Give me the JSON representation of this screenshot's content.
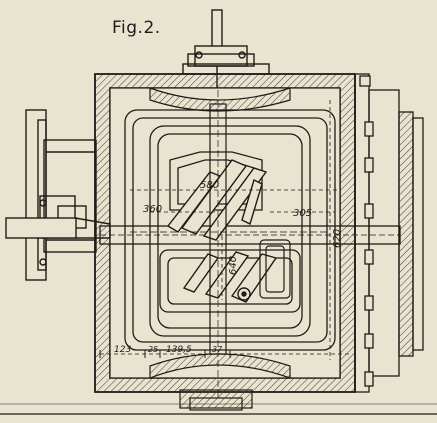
{
  "figure": {
    "title": "Fig.2."
  },
  "dimensions": {
    "d580": "580",
    "d360": "360",
    "d305": "305",
    "d620": "620",
    "d640": "640",
    "d123": "123",
    "d25": "25",
    "d1395": "139,5",
    "d37": "37"
  },
  "colors": {
    "paper": "#e9e4cf",
    "ink": "#1e1c18",
    "hatch": "#4a463c"
  }
}
